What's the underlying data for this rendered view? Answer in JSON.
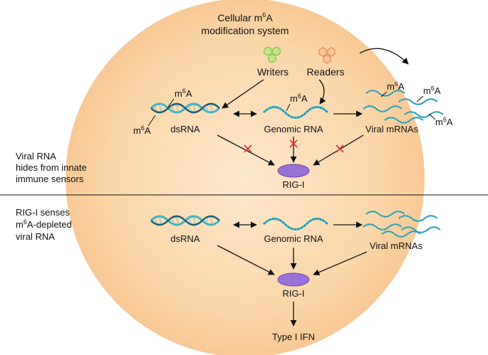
{
  "system_title": {
    "line1_pre": "Cellular m",
    "line1_sup": "6",
    "line1_post": "A",
    "line2": "modification system"
  },
  "components": {
    "writers": "Writers",
    "readers": "Readers"
  },
  "m6a_mark": {
    "m": "m",
    "sup": "6",
    "a": "A"
  },
  "rna_labels": {
    "dsrna": "dsRNA",
    "genomic": "Genomic RNA",
    "viral": "Viral mRNAs"
  },
  "sensor": "RIG-I",
  "output": "Type I IFN",
  "side_notes": {
    "top": [
      "Viral RNA",
      "hides from innate",
      "immune sensors"
    ],
    "bottom_line1": "RIG-I senses",
    "bottom_line2_pre": "m",
    "bottom_line2_sup": "6",
    "bottom_line2_post": "A-depleted",
    "bottom_line3": "viral RNA"
  },
  "colors": {
    "cell_center": "#fde8cc",
    "cell_edge": "#f7c38e",
    "rna_teal": "#3fb6c4",
    "rna_dark": "#1b5f78",
    "rig_purple": "#8a62c8",
    "block_red": "#e0312c",
    "writer_green": "#a6d66b",
    "reader_orange": "#f0a06b"
  }
}
